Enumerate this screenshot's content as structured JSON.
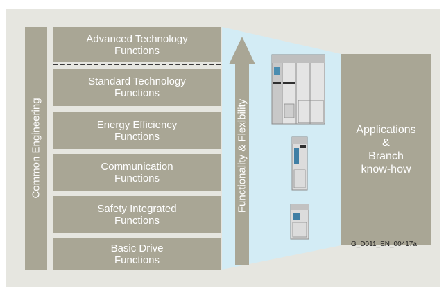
{
  "diagram": {
    "side_label": "Common Engineering",
    "functions": [
      {
        "label": "Advanced Technology\nFunctions"
      },
      {
        "label": "Standard Technology\nFunctions"
      },
      {
        "label": "Energy Efficiency\nFunctions"
      },
      {
        "label": "Communication\nFunctions"
      },
      {
        "label": "Safety Integrated\nFunctions"
      },
      {
        "label": "Basic Drive\nFunctions"
      }
    ],
    "arrow_label": "Functionality & Flexibility",
    "applications_label": "Applications\n&\nBranch\nknow-how",
    "code": "G_D011_EN_00417a",
    "colors": {
      "background": "#e6e6e0",
      "box": "#a9a695",
      "trapezoid": "#d3ecf5",
      "text": "#ffffff"
    },
    "icons": [
      "drive-large-icon",
      "drive-medium-icon",
      "drive-small-icon"
    ]
  }
}
